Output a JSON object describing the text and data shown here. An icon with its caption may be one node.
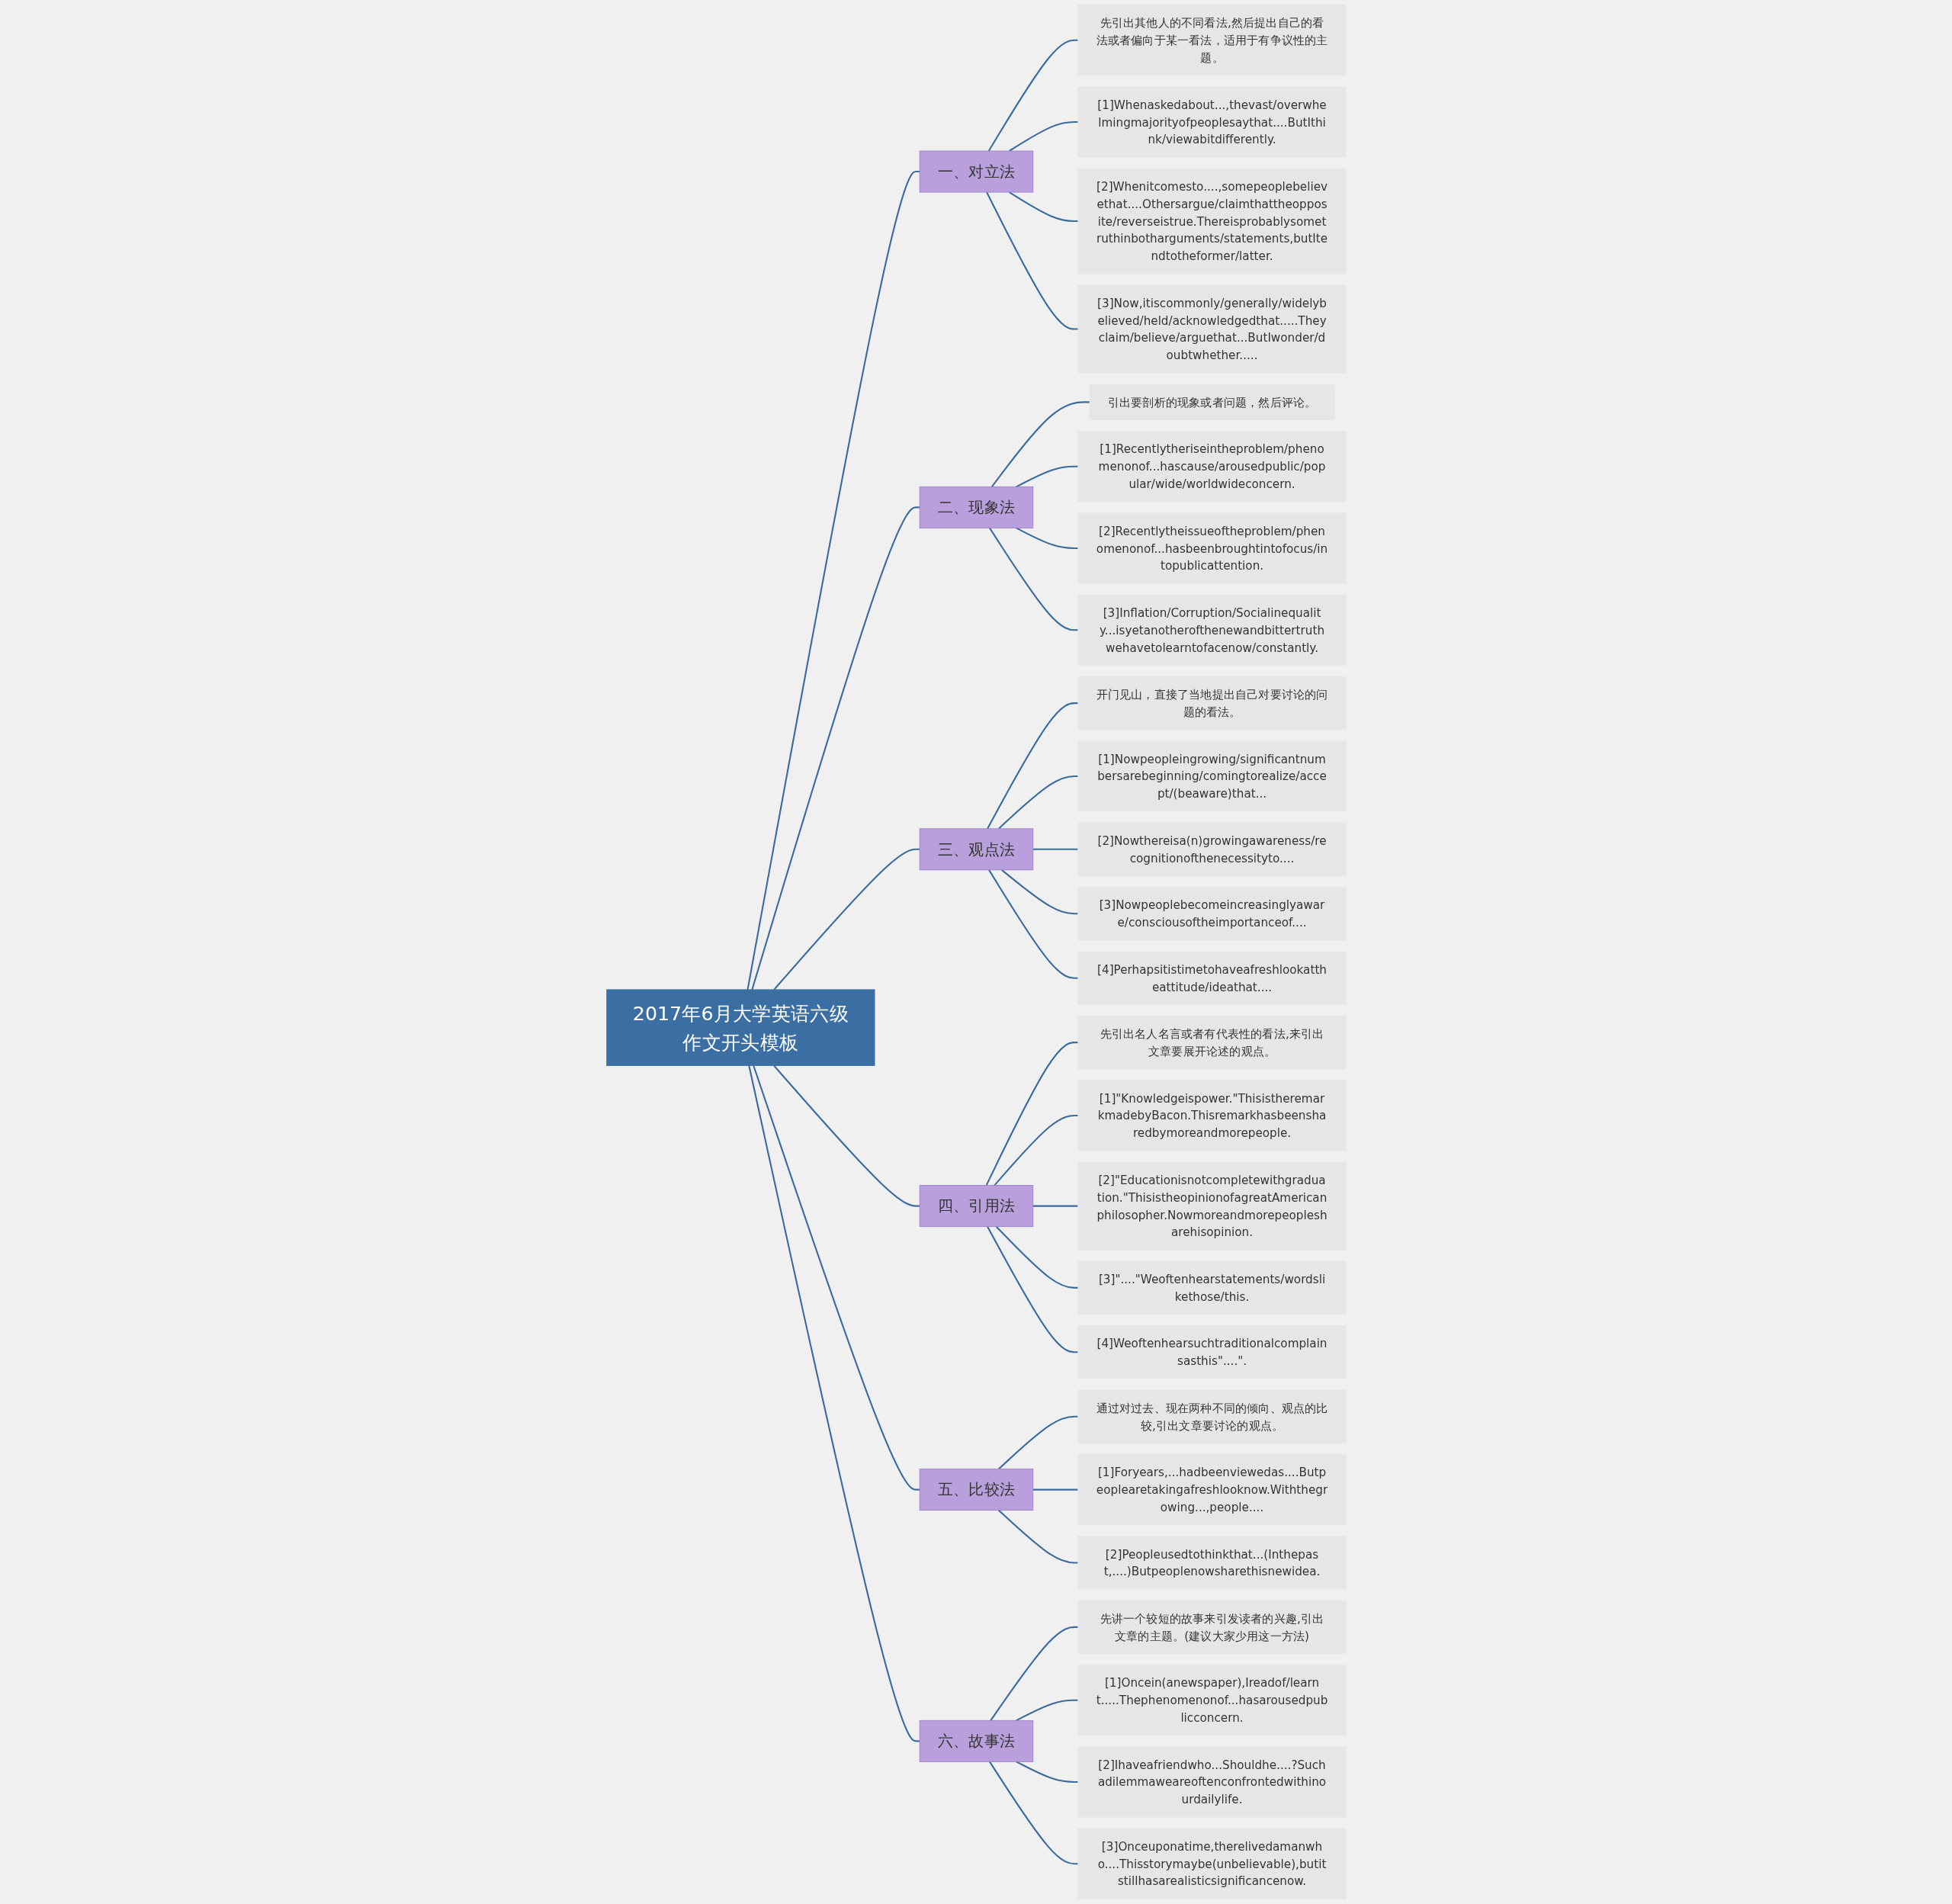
{
  "diagram": {
    "nodes": [
      {
        "text": [
          "2017年6月大学英语六级作文开头模板"
        ]
      },
      {
        "text": [
          "一、对立法"
        ]
      },
      {
        "text": [
          "先引出其他人的不同看法,然后提出自己的看法或者偏向于某一看法，适用于有争议性的主题。"
        ]
      },
      {
        "text": [
          "[1]Whenaskedabout...,thevast/overwhelmingmajorityofpeoplesaythat....ButIthink/viewabitdifferently."
        ]
      },
      {
        "text": [
          "[2]Whenitcomesto....,somepeoplebelievethat....Othersargue/claimthattheopposite/reverseistrue.Thereisprobablysometruthinbotharguments/statements,butItendtotheformer/latter."
        ]
      },
      {
        "text": [
          "[3]Now,itiscommonly/generally/widelybelieved/held/acknowledgedthat.....Theyclaim/believe/arguethat...ButIwonder/doubtwhether....."
        ]
      },
      {
        "text": [
          "二、现象法"
        ]
      },
      {
        "text": [
          "引出要剖析的现象或者问题，然后评论。"
        ]
      },
      {
        "text": [
          "[1]Recentlytheriseintheproblem/phenomenonof...hascause/arousedpublic/popular/wide/worldwideconcern."
        ]
      },
      {
        "text": [
          "[2]Recentlytheissueoftheproblem/phenomenonof...hasbeenbroughtintofocus/intopublicattention."
        ]
      },
      {
        "text": [
          "[3]Inflation/Corruption/Socialinequality...isyetanotherofthenewandbittertruthwehavetolearntofacenow/constantly."
        ]
      },
      {
        "text": [
          "三、观点法"
        ]
      },
      {
        "text": [
          "开门见山，直接了当地提出自己对要讨论的问题的看法。"
        ]
      },
      {
        "text": [
          "[1]Nowpeopleingrowing/significantnumbersarebeginning/comingtorealize/accept/(beaware)that..."
        ]
      },
      {
        "text": [
          "[2]Nowthereisa(n)growingawareness/recognitionofthenecessityto...."
        ]
      },
      {
        "text": [
          "[3]Nowpeoplebecomeincreasinglyaware/consciousoftheimportanceof...."
        ]
      },
      {
        "text": [
          "[4]Perhapsitistimetohaveafreshlookattheattitude/ideathat...."
        ]
      },
      {
        "text": [
          "四、引用法"
        ]
      },
      {
        "text": [
          "先引出名人名言或者有代表性的看法,来引出文章要展开论述的观点。"
        ]
      },
      {
        "text": [
          "[1]\"Knowledgeispower.\"ThisistheremarkmadebyBacon.Thisremarkhasbeensharedbymoreandmorepeople."
        ]
      },
      {
        "text": [
          "[2]\"Educationisnotcompletewithgraduation.\"ThisistheopinionofagreatAmericanphilosopher.Nowmoreandmorepeoplesharehisopinion."
        ]
      },
      {
        "text": [
          "[3]\"....\"Weoftenhearstatements/wordslikethose/this."
        ]
      },
      {
        "text": [
          "[4]Weoftenhearsuchtraditionalcomplainsasthis\"....\"."
        ]
      },
      {
        "text": [
          "五、比较法"
        ]
      },
      {
        "text": [
          "通过对过去、现在两种不同的倾向、观点的比较,引出文章要讨论的观点。"
        ]
      },
      {
        "text": [
          "[1]Foryears,...hadbeenviewedas....Butpeoplearetakingafreshlooknow.Withthegrowing...,people...."
        ]
      },
      {
        "text": [
          "[2]Peopleusedtothinkthat...(Inthepast,....)Butpeoplenowsharethisnewidea."
        ]
      },
      {
        "text": [
          "六、故事法"
        ]
      },
      {
        "text": [
          "先讲一个较短的故事来引发读者的兴趣,引出文章的主题。(建议大家少用这一方法)"
        ]
      },
      {
        "text": [
          "[1]Oncein(anewspaper),Ireadof/learnt.....Thephenomenonof...hasarousedpublicconcern."
        ]
      },
      {
        "text": [
          "[2]Ihaveafriendwho...Shouldhe....?Suchadilemmaweareoftenconfrontedwithinourdailylife."
        ]
      },
      {
        "text": [
          "[3]Onceuponatime,therelivedamanwho....Thisstorymaybe(unbelievable),butitstillhasarealisticsignificancenow."
        ]
      }
    ],
    "edges": [
      {
        "from": 0,
        "to": 1,
        "arrow": "none"
      },
      {
        "from": 1,
        "to": 2,
        "arrow": "none"
      },
      {
        "from": 1,
        "to": 3,
        "arrow": "none"
      },
      {
        "from": 1,
        "to": 4,
        "arrow": "none"
      },
      {
        "from": 1,
        "to": 5,
        "arrow": "none"
      },
      {
        "from": 0,
        "to": 6,
        "arrow": "none"
      },
      {
        "from": 6,
        "to": 7,
        "arrow": "none"
      },
      {
        "from": 6,
        "to": 8,
        "arrow": "none"
      },
      {
        "from": 6,
        "to": 9,
        "arrow": "none"
      },
      {
        "from": 6,
        "to": 10,
        "arrow": "none"
      },
      {
        "from": 0,
        "to": 11,
        "arrow": "none"
      },
      {
        "from": 11,
        "to": 12,
        "arrow": "none"
      },
      {
        "from": 11,
        "to": 13,
        "arrow": "none"
      },
      {
        "from": 11,
        "to": 14,
        "arrow": "none"
      },
      {
        "from": 11,
        "to": 15,
        "arrow": "none"
      },
      {
        "from": 11,
        "to": 16,
        "arrow": "none"
      },
      {
        "from": 0,
        "to": 17,
        "arrow": "none"
      },
      {
        "from": 17,
        "to": 18,
        "arrow": "none"
      },
      {
        "from": 17,
        "to": 19,
        "arrow": "none"
      },
      {
        "from": 17,
        "to": 20,
        "arrow": "none"
      },
      {
        "from": 17,
        "to": 21,
        "arrow": "none"
      },
      {
        "from": 17,
        "to": 22,
        "arrow": "none"
      },
      {
        "from": 0,
        "to": 23,
        "arrow": "none"
      },
      {
        "from": 23,
        "to": 24,
        "arrow": "none"
      },
      {
        "from": 23,
        "to": 25,
        "arrow": "none"
      },
      {
        "from": 23,
        "to": 26,
        "arrow": "none"
      },
      {
        "from": 0,
        "to": 27,
        "arrow": "none"
      },
      {
        "from": 27,
        "to": 28,
        "arrow": "none"
      },
      {
        "from": 27,
        "to": 29,
        "arrow": "none"
      },
      {
        "from": 27,
        "to": 30,
        "arrow": "none"
      },
      {
        "from": 27,
        "to": 31,
        "arrow": "none"
      }
    ]
  }
}
